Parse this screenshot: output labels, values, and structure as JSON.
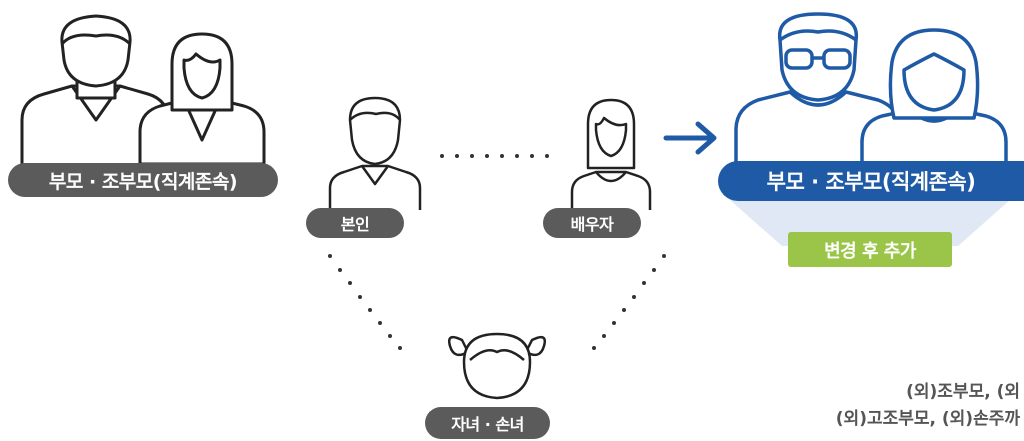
{
  "labels": {
    "parents_left": "부모 · 조부모(직계존속)",
    "self": "본인",
    "spouse": "배우자",
    "children": "자녀 · 손녀",
    "parents_right": "부모 · 조부모(직계존속)",
    "added_after_change": "변경 후 추가"
  },
  "notes": {
    "line1": "(외)조부모, (외",
    "line2": "(외)고조부모, (외)손주까"
  },
  "colors": {
    "outline_dark": "#222222",
    "outline_blue": "#1f5aa6",
    "label_gray": "#5b5b5b",
    "label_blue": "#1f5aa6",
    "label_green": "#9ac548",
    "fan_light_blue": "#dfe8f4"
  },
  "icons": [
    "man-icon",
    "woman-icon",
    "man-with-glasses-icon",
    "elderly-woman-icon",
    "child-icon",
    "arrow-right-icon"
  ]
}
